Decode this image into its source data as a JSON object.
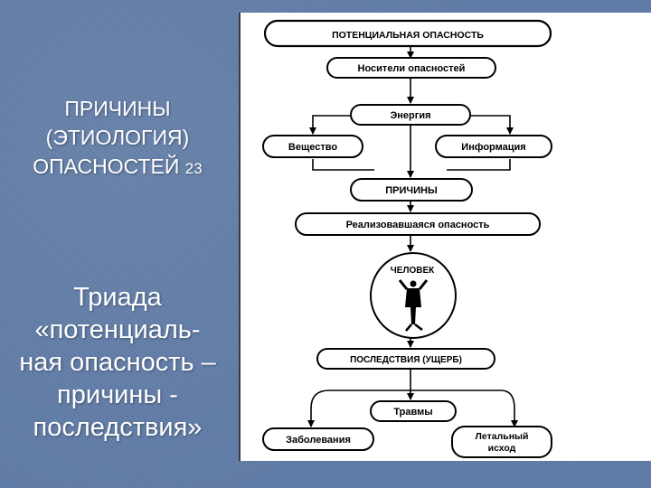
{
  "slide": {
    "title_lines": [
      "ПРИЧИНЫ",
      "(ЭТИОЛОГИЯ)",
      "ОПАСНОСТЕЙ"
    ],
    "title_ref": "23",
    "subtitle_lines": [
      "Триада",
      "«потенциаль-",
      "ная опасность –",
      "причины -",
      "последствия»"
    ]
  },
  "diagram": {
    "potential_danger": "ПОТЕНЦИАЛЬНАЯ ОПАСНОСТЬ",
    "carriers": "Носители опасностей",
    "energy": "Энергия",
    "substance": "Вещество",
    "information": "Информация",
    "causes": "ПРИЧИНЫ",
    "realized_danger": "Реализовавшаяся опасность",
    "human": "ЧЕЛОВЕК",
    "consequences": "ПОСЛЕДСТВИЯ (УЩЕРБ)",
    "injuries": "Травмы",
    "diseases": "Заболевания",
    "lethal_line1": "Летальный",
    "lethal_line2": "исход"
  }
}
